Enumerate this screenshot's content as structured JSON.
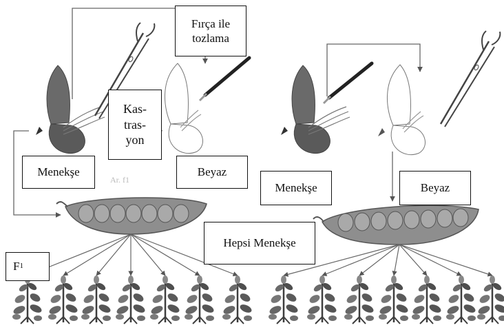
{
  "labels": {
    "brush_pollination": "Fırça ile\ntozlama",
    "castration": "Kas-\ntras-\nyon",
    "left_violet": "Menekşe",
    "left_white": "Beyaz",
    "right_violet": "Menekşe",
    "right_white": "Beyaz",
    "all_violet": "Hepsi Menekşe",
    "f1_letter": "F",
    "f1_sub": "1"
  },
  "icons": {
    "scissors": "scissors-icon",
    "brush": "paint-brush-icon",
    "violet_flower": "violet-flower-icon",
    "white_flower": "white-flower-icon",
    "pod": "pea-pod-icon",
    "plant": "pea-plant-icon"
  },
  "colors": {
    "violet_petal": "#6a6a6a",
    "white_petal": "#ffffff",
    "pod_fill": "#8e8e8e",
    "seed_fill": "#a9a9a9",
    "plant_fill": "#5e5e5e",
    "line": "#555555"
  }
}
